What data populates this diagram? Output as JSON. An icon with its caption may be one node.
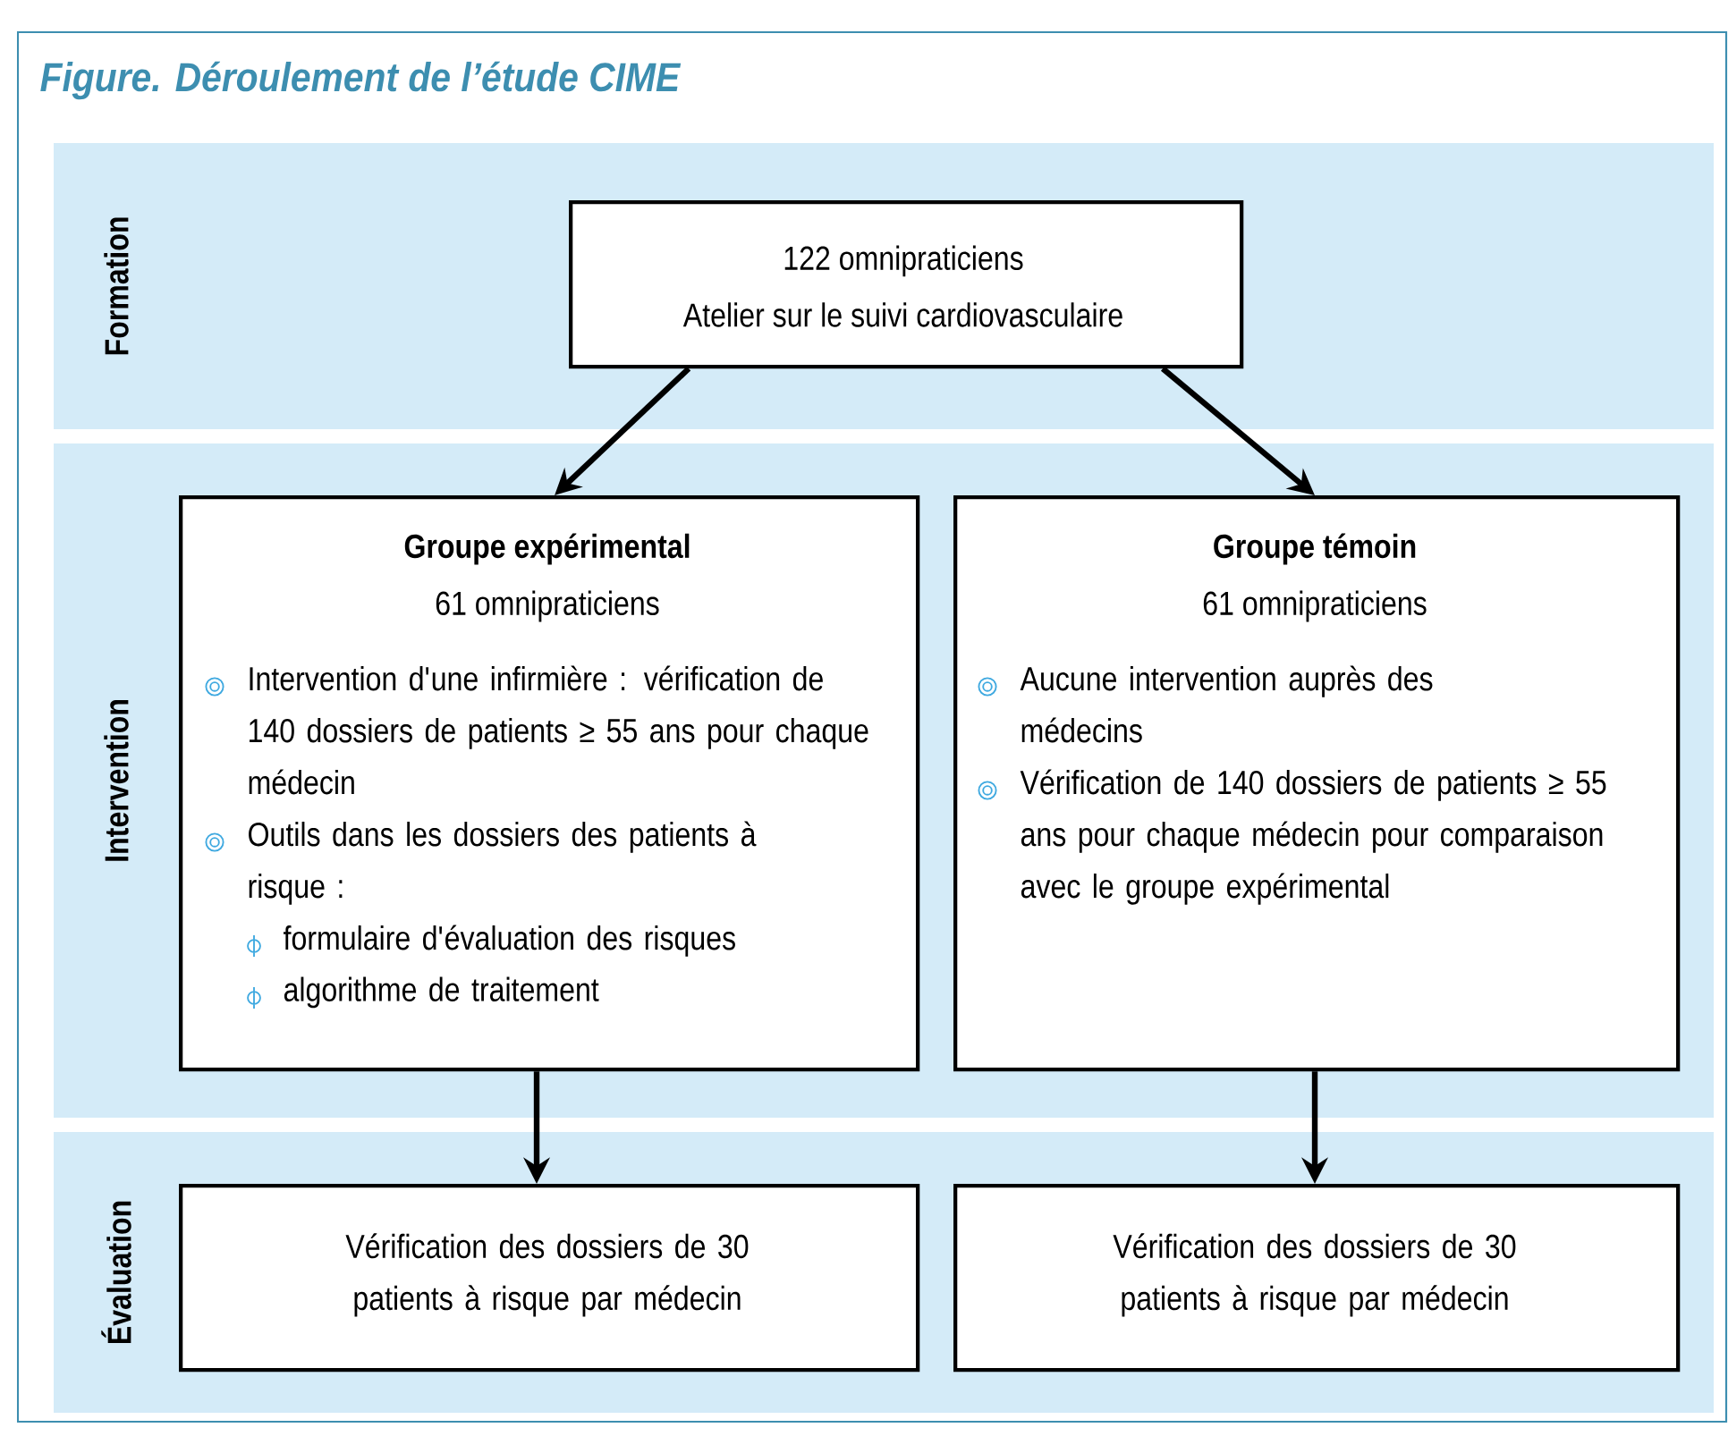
{
  "diagram": {
    "title": "Figure.  Déroulement de l’étude CIME",
    "nodes": [
      {
        "text": [
          "Formation"
        ]
      },
      {
        "text": [
          "122 omnipraticiens",
          "Atelier sur le suivi cardiovasculaire"
        ],
        "in": 0
      },
      {
        "text": [
          "Intervention"
        ]
      },
      {
        "text": [
          "Groupe expérimental",
          "61 omnipraticiens",
          "Intervention d'une infirmière : vérification de 140 dossiers de patients ≥ 55 ans pour chaque médecin",
          "Outils dans les dossiers des patients à risque :",
          "formulaire d'évaluation des risques",
          "algorithme de traitement"
        ],
        "in": 2
      },
      {
        "text": [
          "Groupe témoin",
          "61 omnipraticiens",
          "Aucune intervention auprès des médecins",
          "Vérification de 140 dossiers de patients ≥ 55 ans pour chaque médecin pour comparaison avec le groupe expérimental"
        ],
        "in": 2
      },
      {
        "text": [
          "Évaluation"
        ]
      },
      {
        "text": [
          "Vérification des dossiers de 30 patients à risque par médecin"
        ],
        "in": 5
      },
      {
        "text": [
          "Vérification des dossiers de 30 patients à risque par médecin"
        ],
        "in": 5
      }
    ],
    "edges": [
      {
        "from": 1,
        "to": 3,
        "arrow": "to"
      },
      {
        "from": 1,
        "to": 4,
        "arrow": "to"
      },
      {
        "from": 3,
        "to": 6,
        "arrow": "to"
      },
      {
        "from": 4,
        "to": 7,
        "arrow": "to"
      }
    ]
  }
}
